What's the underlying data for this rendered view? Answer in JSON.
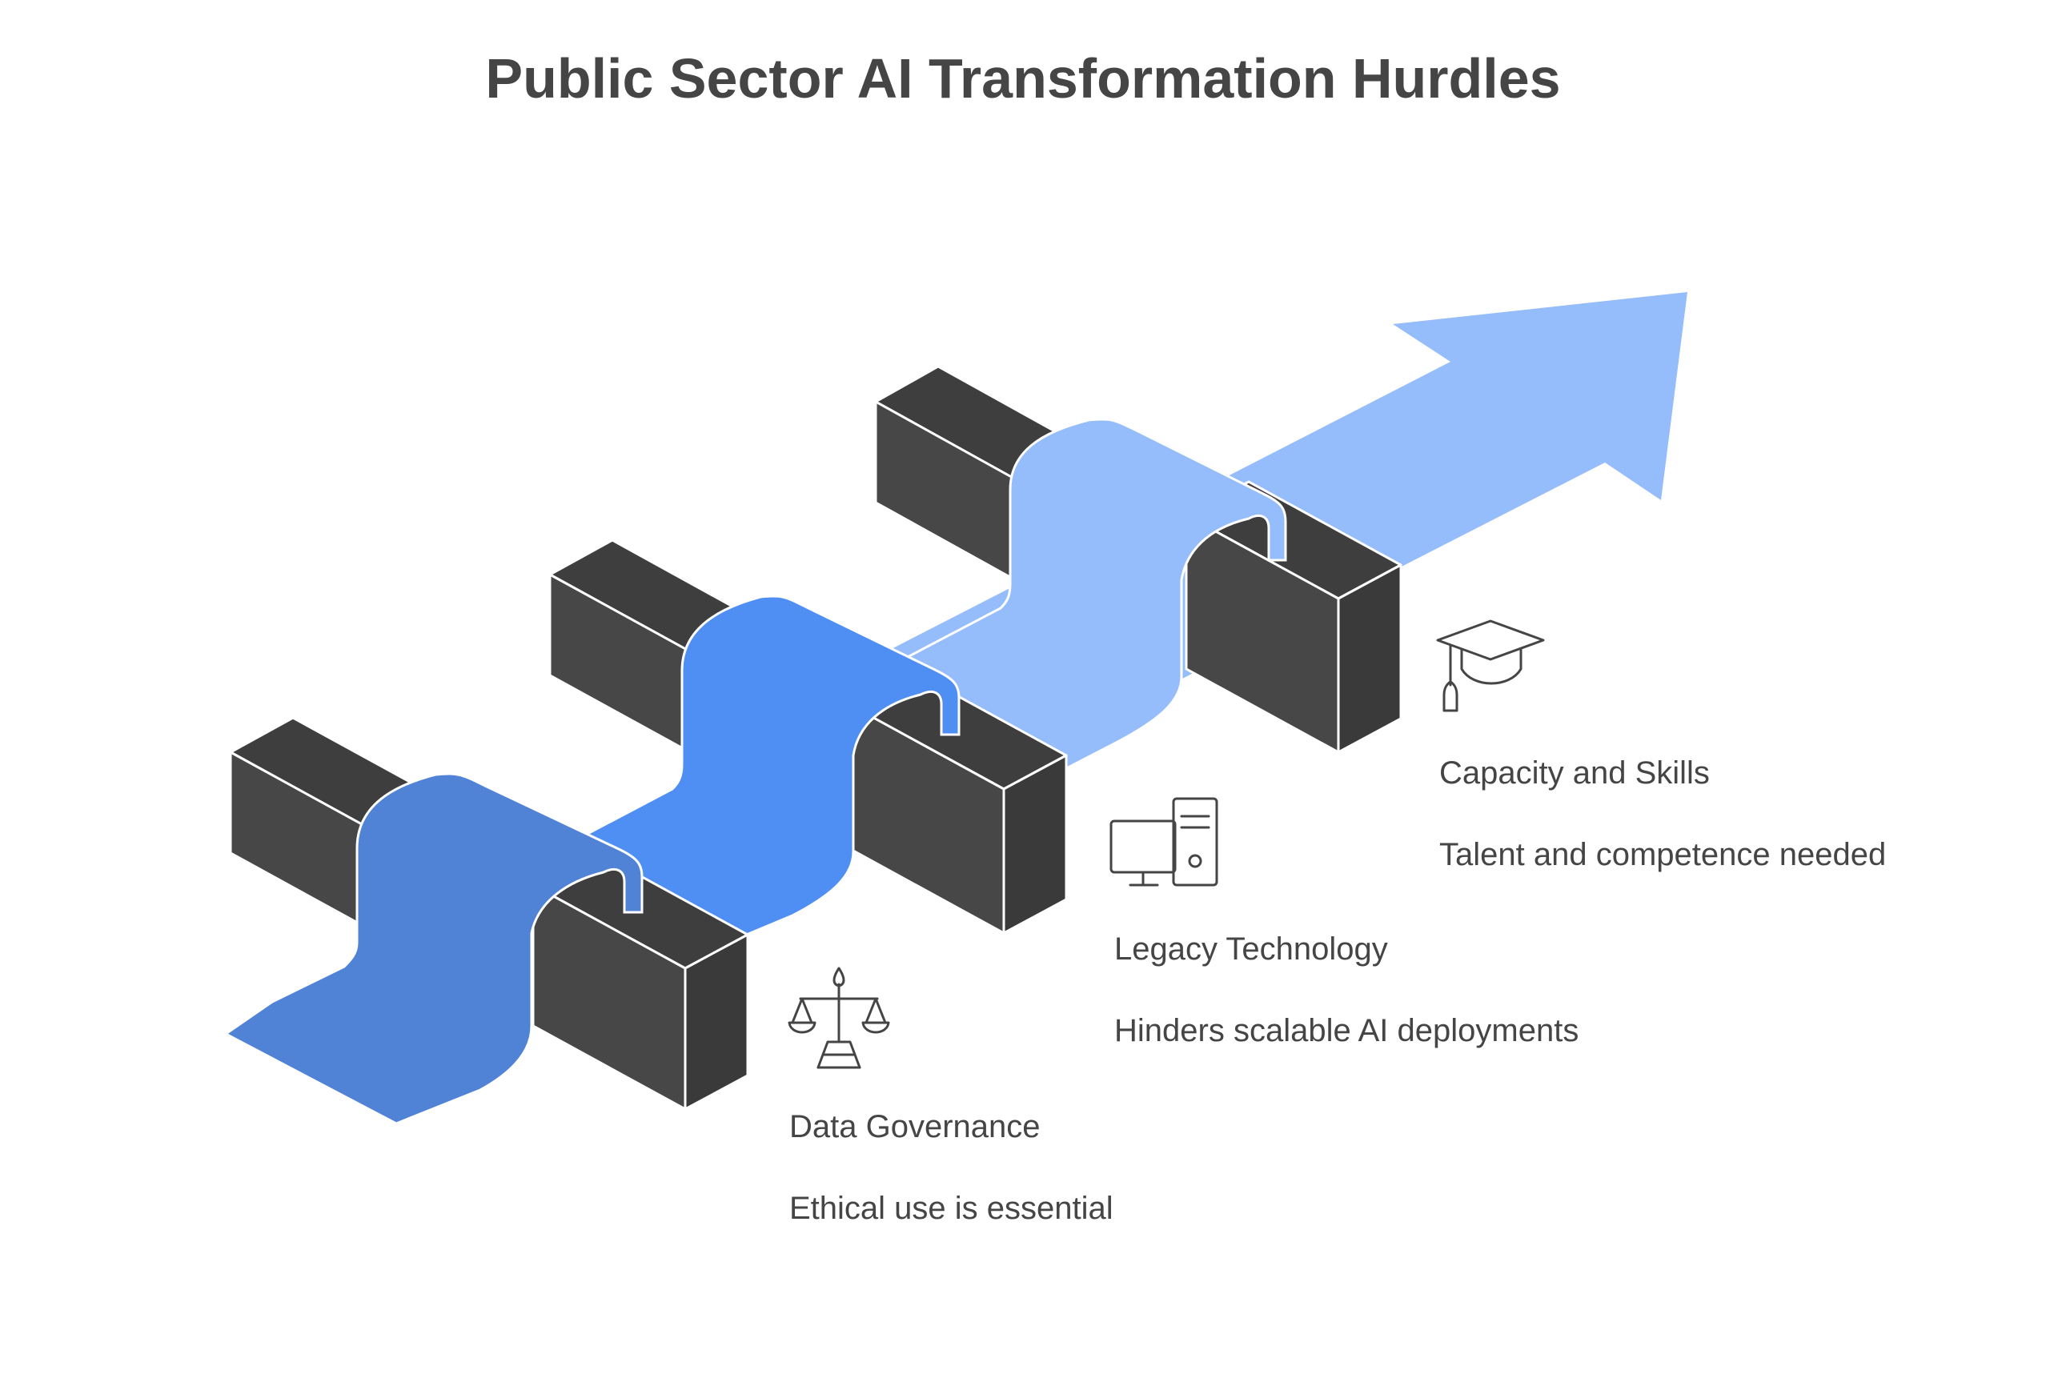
{
  "title": "Public Sector AI Transformation Hurdles",
  "hurdles": [
    {
      "name": "Data Governance",
      "description": "Ethical use is essential",
      "icon": "scales-icon",
      "color": "#5083d6"
    },
    {
      "name": "Legacy Technology",
      "description": "Hinders scalable AI deployments",
      "icon": "computer-icon",
      "color": "#4f8ff4"
    },
    {
      "name": "Capacity and Skills",
      "description": "Talent and competence needed",
      "icon": "graduation-cap-icon",
      "color": "#95bcfb"
    }
  ],
  "colors": {
    "block": "#474747",
    "text": "#454545",
    "arrow": "#95bcfb"
  }
}
